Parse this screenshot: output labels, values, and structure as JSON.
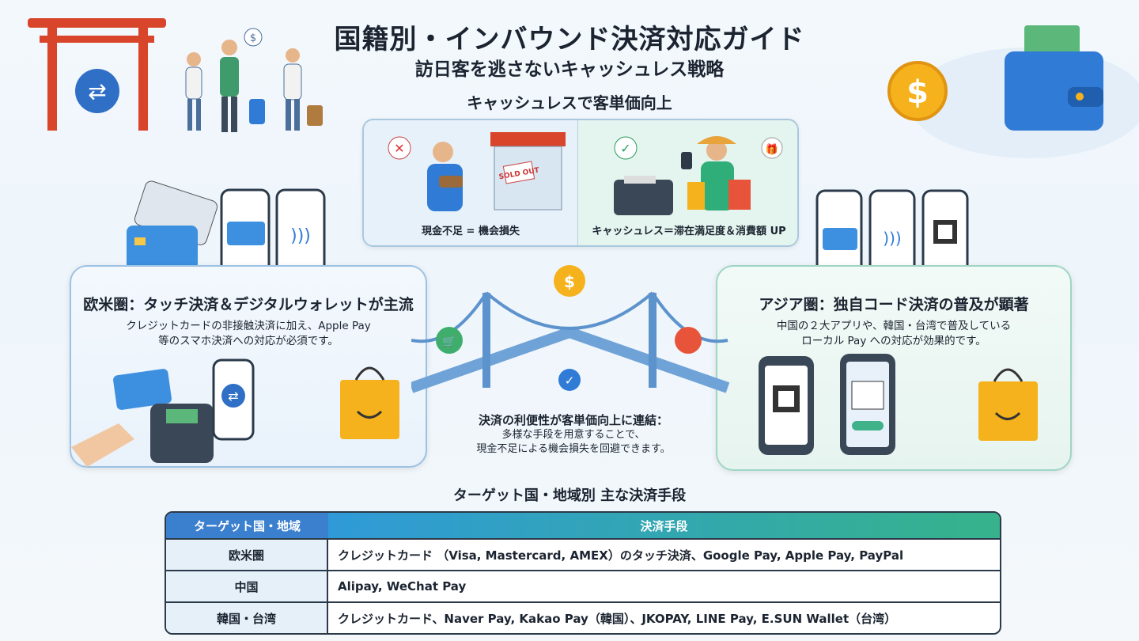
{
  "header": {
    "title": "国籍別・インバウンド決済対応ガイド",
    "subtitle": "訪日客を逃さないキャッシュレス戦略"
  },
  "center": {
    "heading": "キャッシュレスで客単価向上",
    "left_caption": "現金不足 = 機会損失",
    "right_caption": "キャッシュレス＝滞在満足度＆消費額 UP",
    "sign": "SOLD OUT"
  },
  "west": {
    "heading": "欧米圏：タッチ決済＆デジタルウォレットが主流",
    "body": [
      "クレジットカードの非接触決済に加え、Apple Pay",
      "等のスマホ決済への対応が必須です。"
    ]
  },
  "asia": {
    "heading": "アジア圏：独自コード決済の普及が顕著",
    "body": [
      "中国の２大アプリや、韓国・台湾で普及している",
      "ローカル Pay への対応が効果的です。"
    ]
  },
  "bridge": {
    "heading": "決済の利便性が客単価向上に連結：",
    "body": [
      "多様な手段を用意することで、",
      "現金不足による機会損失を回避できます。"
    ]
  },
  "table": {
    "title": "ターゲット国・地域別 主な決済手段",
    "headers": [
      "ターゲット国・地域",
      "決済手段"
    ],
    "rows": [
      {
        "region": "欧米圏",
        "methods": "クレジットカード （Visa, Mastercard, AMEX）のタッチ決済、Google Pay, Apple Pay, PayPal"
      },
      {
        "region": "中国",
        "methods": "Alipay, WeChat Pay"
      },
      {
        "region": "韓国・台湾",
        "methods": "クレジットカード、Naver Pay, Kakao Pay（韓国）、JKOPAY, LINE Pay, E.SUN Wallet（台湾）"
      }
    ]
  },
  "colors": {
    "blue": "#3b7fcf",
    "green": "#36b38a",
    "torii": "#d9452b",
    "coin": "#f5b21c"
  }
}
